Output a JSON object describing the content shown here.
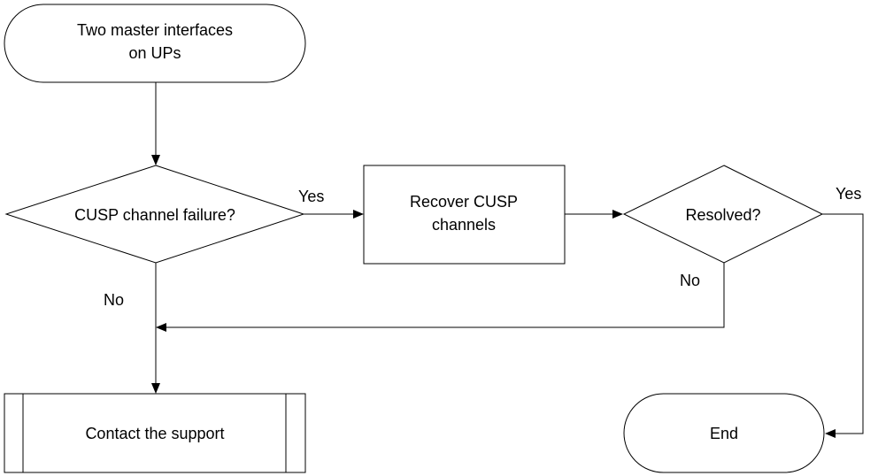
{
  "nodes": {
    "start": {
      "lines": [
        "Two master interfaces",
        "on UPs"
      ]
    },
    "decision_cusp": {
      "lines": [
        "CUSP channel failure?"
      ]
    },
    "process_recover": {
      "lines": [
        "Recover CUSP",
        "channels"
      ]
    },
    "decision_resolved": {
      "lines": [
        "Resolved?"
      ]
    },
    "process_contact": {
      "lines": [
        "Contact the support"
      ]
    },
    "end": {
      "lines": [
        "End"
      ]
    }
  },
  "edge_labels": {
    "cusp_yes": "Yes",
    "cusp_no": "No",
    "resolved_yes": "Yes",
    "resolved_no": "No"
  },
  "colors": {
    "stroke": "#000000",
    "fill": "#ffffff",
    "text": "#000000"
  }
}
